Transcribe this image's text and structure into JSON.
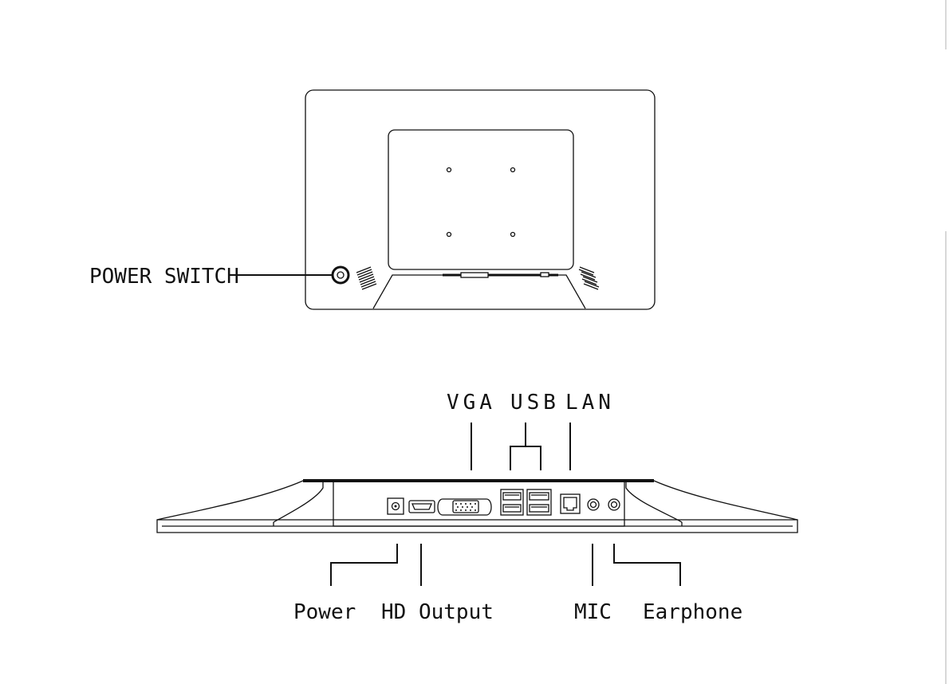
{
  "labels": {
    "power_switch": "POWER SWITCH",
    "vga": "VGA",
    "usb": "USB",
    "lan": "LAN",
    "power": "Power",
    "hd_output": "HD Output",
    "mic": "MIC",
    "earphone": "Earphone"
  },
  "colors": {
    "line": "#111111",
    "background": "#ffffff"
  }
}
